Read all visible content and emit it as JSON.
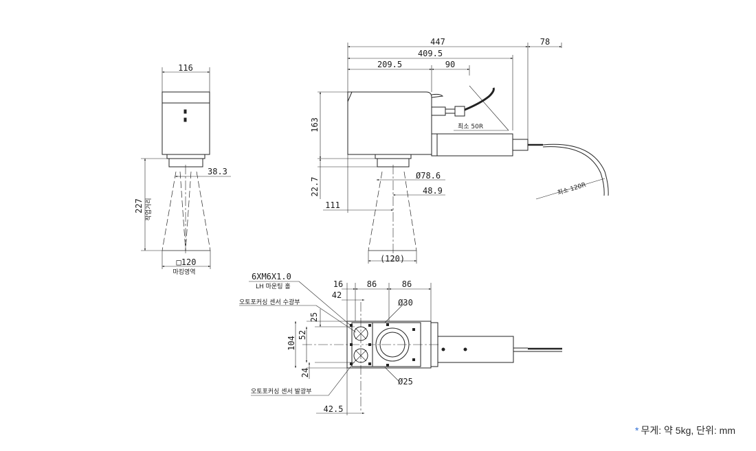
{
  "front_view": {
    "width": "116",
    "lens_offset": "38.3",
    "working_distance": "227",
    "working_distance_label": "작업거리",
    "marking_area": "□120",
    "marking_area_label": "마킹영역"
  },
  "side_view": {
    "total_length": "447",
    "cable_extra": "78",
    "body_length": "409.5",
    "lens_center": "209.5",
    "connector": "90",
    "height": "163",
    "lens_height": "22.7",
    "lens_diameter": "Ø78.6",
    "lens_radius": "48.9",
    "field": "(120)",
    "offset": "111",
    "min_bend_small": "최소 50R",
    "min_bend_large": "최소 120R"
  },
  "bottom_view": {
    "mount_holes": "6XM6X1.0",
    "mount_holes_label": "LH 마운팅 홀",
    "receiver_label": "오토포커싱 센서 수광부",
    "emitter_label": "오토포커싱 센서 발광부",
    "dim_16": "16",
    "dim_42": "42",
    "dim_86a": "86",
    "dim_86b": "86",
    "dim_25": "25",
    "dim_52": "52",
    "dim_104": "104",
    "dim_24": "24",
    "dim_42_5": "42.5",
    "dia_30": "Ø30",
    "dia_25": "Ø25"
  },
  "footer": {
    "star": "*",
    "note": "무게: 약 5kg, 단위: mm"
  }
}
